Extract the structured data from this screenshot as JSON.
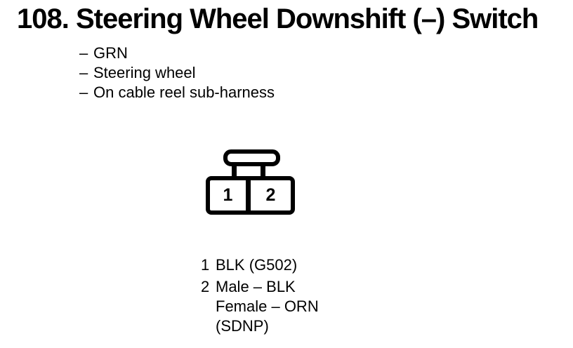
{
  "page": {
    "title": "108. Steering Wheel Downshift (–) Switch"
  },
  "bullet_dash": "–",
  "bullets": [
    "GRN",
    "Steering wheel",
    "On cable reel sub-harness"
  ],
  "connector": {
    "pins": [
      "1",
      "2"
    ]
  },
  "legend": {
    "rows": [
      {
        "pin": "1",
        "lines": [
          "BLK (G502)"
        ]
      },
      {
        "pin": "2",
        "lines": [
          "Male – BLK",
          "Female – ORN",
          "(SDNP)"
        ]
      }
    ]
  },
  "colors": {
    "ink": "#000000",
    "paper": "#ffffff"
  }
}
